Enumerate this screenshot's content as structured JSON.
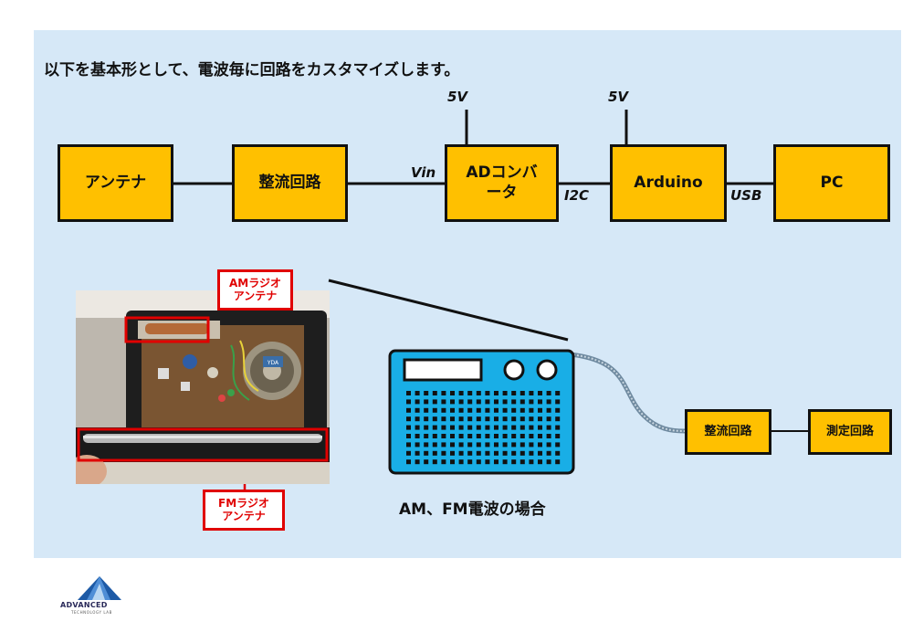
{
  "title": "以下を基本形として、電波毎に回路をカスタマイズします。",
  "pipeline": {
    "blocks": {
      "antenna": "アンテナ",
      "rectifier": "整流回路",
      "adc_line1": "ADコンバ",
      "adc_line2": "ータ",
      "arduino": "Arduino",
      "pc": "PC"
    },
    "labels": {
      "vin": "Vin",
      "adc_power": "5V",
      "arduino_power": "5V",
      "i2c": "I2C",
      "usb": "USB"
    }
  },
  "radio_section": {
    "am_callout_line1": "AMラジオ",
    "am_callout_line2": "アンテナ",
    "fm_callout_line1": "FMラジオ",
    "fm_callout_line2": "アンテナ",
    "caption": "AM、FM電波の場合",
    "small_rectifier": "整流回路",
    "measure_circuit": "測定回路",
    "speaker_label": "YDA"
  },
  "logo": {
    "name": "ADVANCED",
    "sub": "TECHNOLOGY LAB"
  },
  "colors": {
    "panel_bg": "#d6e8f7",
    "block_fill": "#ffc000",
    "radio_fill": "#19aee6",
    "callout_red": "#e00000"
  }
}
